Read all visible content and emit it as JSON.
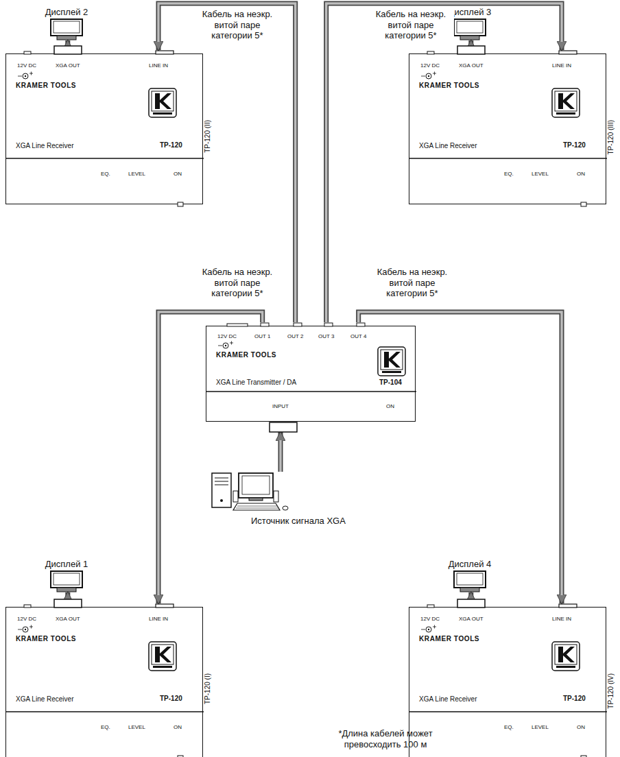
{
  "diagram": {
    "nodes": [
      {
        "text": [
          "Дисплей 2"
        ]
      },
      {
        "text": [
          "12V DC",
          "XGA OUT",
          "LINE IN",
          "KRAMER TOOLS",
          "XGA Line Receiver",
          "TP-120",
          "EQ.",
          "LEVEL",
          "ON",
          "TP-120 (II)"
        ]
      },
      {
        "text": [
          "Дисплей 3"
        ]
      },
      {
        "text": [
          "12V DC",
          "XGA OUT",
          "LINE IN",
          "KRAMER TOOLS",
          "XGA Line Receiver",
          "TP-120",
          "EQ.",
          "LEVEL",
          "ON",
          "TP-120 (III)"
        ]
      },
      {
        "text": [
          "12V DC",
          "OUT 1",
          "OUT 2",
          "OUT 3",
          "OUT 4",
          "KRAMER TOOLS",
          "XGA Line Transmitter / DA",
          "TP-104",
          "INPUT",
          "ON"
        ]
      },
      {
        "text": [
          "Источник сигнала XGA"
        ]
      },
      {
        "text": [
          "Дисплей 1"
        ]
      },
      {
        "text": [
          "12V DC",
          "XGA OUT",
          "LINE IN",
          "KRAMER TOOLS",
          "XGA Line Receiver",
          "TP-120",
          "EQ.",
          "LEVEL",
          "ON",
          "TP-120 (I)"
        ]
      },
      {
        "text": [
          "Дисплей 4"
        ]
      },
      {
        "text": [
          "12V DC",
          "XGA OUT",
          "LINE IN",
          "KRAMER TOOLS",
          "XGA Line Receiver",
          "TP-120",
          "EQ.",
          "LEVEL",
          "ON",
          "TP-120 (IV)"
        ]
      }
    ],
    "edges": [
      {
        "from": 1,
        "to": 0,
        "arrow": "to"
      },
      {
        "from": 3,
        "to": 2,
        "arrow": "to"
      },
      {
        "from": 4,
        "to": 1,
        "arrow": "to",
        "label": "Кабель на неэкр. витой паре категории 5*"
      },
      {
        "from": 4,
        "to": 3,
        "arrow": "to",
        "label": "Кабель на неэкр. витой паре категории 5*"
      },
      {
        "from": 4,
        "to": 7,
        "arrow": "to",
        "label": "Кабель на неэкр. витой паре категории 5*"
      },
      {
        "from": 4,
        "to": 9,
        "arrow": "to",
        "label": "Кабель на неэкр. витой паре категории 5*"
      },
      {
        "from": 5,
        "to": 4,
        "arrow": "to"
      },
      {
        "from": 7,
        "to": 6,
        "arrow": "to"
      },
      {
        "from": 9,
        "to": 8,
        "arrow": "to"
      }
    ],
    "labels": [
      "*Длина кабелей может превосходить 100 м"
    ]
  }
}
